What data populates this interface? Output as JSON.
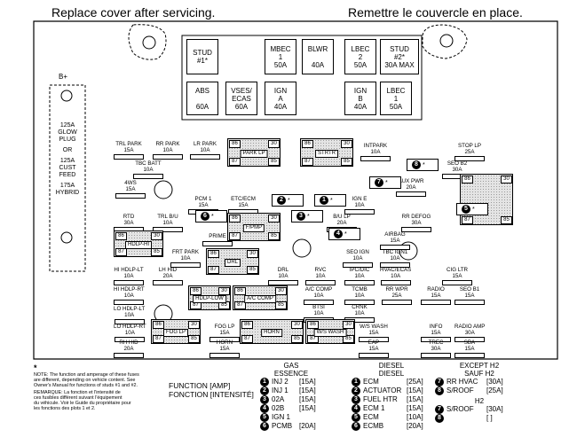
{
  "header": {
    "left": "Replace cover after servicing.",
    "right": "Remettre le couvercle en place."
  },
  "top_blocks": [
    {
      "id": "stud1",
      "lines": [
        "STUD",
        "#1*"
      ]
    },
    {
      "id": "mbec1",
      "lines": [
        "MBEC",
        "1",
        "50A"
      ]
    },
    {
      "id": "blwr",
      "lines": [
        "BLWR",
        "",
        "40A"
      ]
    },
    {
      "id": "lbec2",
      "lines": [
        "LBEC",
        "2",
        "50A"
      ]
    },
    {
      "id": "stud2",
      "lines": [
        "STUD",
        "#2*",
        "30A MAX"
      ]
    },
    {
      "id": "abs",
      "lines": [
        "ABS",
        "",
        "60A"
      ]
    },
    {
      "id": "vses",
      "lines": [
        "VSES/",
        "ECAS",
        "60A"
      ]
    },
    {
      "id": "igna",
      "lines": [
        "IGN",
        "A",
        "40A"
      ]
    },
    {
      "id": "ignb",
      "lines": [
        "IGN",
        "B",
        "40A"
      ]
    },
    {
      "id": "lbec1",
      "lines": [
        "LBEC",
        "1",
        "50A"
      ]
    }
  ],
  "b_plus": "B+",
  "side_block": [
    "125A",
    "GLOW",
    "PLUG",
    "",
    "OR",
    "",
    "125A",
    "CUST",
    "FEED",
    "",
    "175A",
    "HYBRID"
  ],
  "fuses": [
    {
      "id": "f1",
      "lines": [
        "TRL PARK",
        "15A"
      ]
    },
    {
      "id": "f2",
      "lines": [
        "RR PARK",
        "10A"
      ]
    },
    {
      "id": "f3",
      "lines": [
        "LR PARK",
        "10A"
      ]
    },
    {
      "id": "f4",
      "lines": [
        "TBC BATT",
        "10A"
      ]
    },
    {
      "id": "f5",
      "lines": [
        "4WS",
        "15A"
      ]
    },
    {
      "id": "f6",
      "lines": [
        "PCM 1",
        "15A"
      ]
    },
    {
      "id": "f7",
      "lines": [
        "ETC/ECM",
        "15A"
      ]
    },
    {
      "id": "f8",
      "lines": [
        "RTD",
        "30A"
      ]
    },
    {
      "id": "f9",
      "lines": [
        "TRL B/U",
        "10A"
      ]
    },
    {
      "id": "f10",
      "lines": [
        "PRIME"
      ]
    },
    {
      "id": "f11",
      "lines": [
        "FRT PARK",
        "10A"
      ]
    },
    {
      "id": "f12",
      "lines": [
        "HI HDLP-LT",
        "10A"
      ]
    },
    {
      "id": "f13",
      "lines": [
        "LH HID",
        "20A"
      ]
    },
    {
      "id": "f14",
      "lines": [
        "HI HDLP-RT",
        "10A"
      ]
    },
    {
      "id": "f15",
      "lines": [
        "LO HDLP-LT",
        "10A"
      ]
    },
    {
      "id": "f16",
      "lines": [
        "LO HDLP-RT",
        "10A"
      ]
    },
    {
      "id": "f17",
      "lines": [
        "FOG LP",
        "15A"
      ]
    },
    {
      "id": "f18",
      "lines": [
        "RH HID",
        "20A"
      ]
    },
    {
      "id": "f19",
      "lines": [
        "HORN",
        "15A"
      ]
    },
    {
      "id": "f20",
      "lines": [
        "INTPARK",
        "10A"
      ]
    },
    {
      "id": "f21",
      "lines": [
        "IGN E",
        "10A"
      ]
    },
    {
      "id": "f22",
      "lines": [
        "B/U LP",
        "20A"
      ]
    },
    {
      "id": "f23",
      "lines": [
        "DRL",
        "10A"
      ]
    },
    {
      "id": "f24",
      "lines": [
        "RVC",
        "10A"
      ]
    },
    {
      "id": "f25",
      "lines": [
        "IPC/DIC",
        "10A"
      ]
    },
    {
      "id": "f26",
      "lines": [
        "A/C COMP",
        "10A"
      ]
    },
    {
      "id": "f27",
      "lines": [
        "TCMB",
        "10A"
      ]
    },
    {
      "id": "f28",
      "lines": [
        "BTSI",
        "10A"
      ]
    },
    {
      "id": "f29",
      "lines": [
        "CRNK",
        "10A"
      ]
    },
    {
      "id": "f30",
      "lines": [
        "W/S WASH",
        "15A"
      ]
    },
    {
      "id": "f31",
      "lines": [
        "EAP",
        "15A"
      ]
    },
    {
      "id": "f32",
      "lines": [
        "STOP LP",
        "25A"
      ]
    },
    {
      "id": "f33",
      "lines": [
        "SEO B2",
        "30A"
      ]
    },
    {
      "id": "f34",
      "lines": [
        "AUX PWR",
        "20A"
      ]
    },
    {
      "id": "f35",
      "lines": [
        "RR DEFOG",
        "30A"
      ]
    },
    {
      "id": "f36",
      "lines": [
        "AIRBAG",
        "15A"
      ]
    },
    {
      "id": "f37",
      "lines": [
        "SEO IGN",
        "10A"
      ]
    },
    {
      "id": "f38",
      "lines": [
        "TBC IGN1",
        "10A"
      ]
    },
    {
      "id": "f39",
      "lines": [
        "HVAC/ECAS",
        "10A"
      ]
    },
    {
      "id": "f40",
      "lines": [
        "CIG LTR",
        "15A"
      ]
    },
    {
      "id": "f41",
      "lines": [
        "RR WPR",
        "25A"
      ]
    },
    {
      "id": "f42",
      "lines": [
        "RADIO",
        "15A"
      ]
    },
    {
      "id": "f43",
      "lines": [
        "SEO B1",
        "15A"
      ]
    },
    {
      "id": "f44",
      "lines": [
        "INFO",
        "15A"
      ]
    },
    {
      "id": "f45",
      "lines": [
        "RADIO AMP",
        "30A"
      ]
    },
    {
      "id": "f46",
      "lines": [
        "TREC",
        "30A"
      ]
    },
    {
      "id": "f47",
      "lines": [
        "SBA",
        "15A"
      ]
    }
  ],
  "relays": [
    {
      "id": "r1",
      "name": "PARK LP",
      "pins": [
        "86",
        "30",
        "87",
        "85"
      ]
    },
    {
      "id": "r2",
      "name": "STRTR",
      "pins": [
        "86",
        "30",
        "87",
        "85"
      ]
    },
    {
      "id": "r3",
      "name": "F/PMP",
      "pins": [
        "86",
        "30",
        "87",
        "85"
      ]
    },
    {
      "id": "r4",
      "name": "HDLP-HI",
      "pins": [
        "86",
        "30",
        "87",
        "85"
      ]
    },
    {
      "id": "r5",
      "name": "DRL",
      "pins": [
        "86",
        "30",
        "87",
        "85"
      ]
    },
    {
      "id": "r6",
      "name": "HDLP-LOW",
      "pins": [
        "86",
        "30",
        "87",
        "85"
      ]
    },
    {
      "id": "r7",
      "name": "A/C COMP",
      "pins": [
        "86",
        "30",
        "87",
        "85"
      ]
    },
    {
      "id": "r8",
      "name": "FOG LP",
      "pins": [
        "86",
        "30",
        "87",
        "85"
      ]
    },
    {
      "id": "r9",
      "name": "HORN",
      "pins": [
        "86",
        "30",
        "87",
        "85"
      ]
    },
    {
      "id": "r10",
      "name": "W/S WASH",
      "pins": [
        "86",
        "30",
        "87",
        "85"
      ]
    },
    {
      "id": "r11",
      "name": "",
      "pins": [
        "86",
        "30",
        "87",
        "85"
      ]
    }
  ],
  "markers": [
    {
      "id": "m1",
      "n": "1",
      "star": "*"
    },
    {
      "id": "m2",
      "n": "2",
      "star": "*"
    },
    {
      "id": "m3",
      "n": "3",
      "star": "*"
    },
    {
      "id": "m4",
      "n": "4",
      "star": "*"
    },
    {
      "id": "m5",
      "n": "5",
      "star": "*"
    },
    {
      "id": "m6",
      "n": "6",
      "star": "*"
    },
    {
      "id": "m7",
      "n": "7",
      "star": "*"
    },
    {
      "id": "m8",
      "n": "8",
      "star": "*"
    }
  ],
  "note": {
    "star": "*",
    "en": [
      "NOTE: The function and amperage of these fuses",
      "are different, depending on vehicle content. See",
      "Owner's Manual for functions of studs #1 and #2."
    ],
    "fr": [
      "REMARQUE: La fonction et l'intensité de",
      "ces fusibles diffèrent suivant l'équipement",
      "du véhicule. Voir le Guide du propriétaire pour",
      "les fonctions des plots 1 et 2."
    ]
  },
  "legend": {
    "function_en": "FUNCTION [AMP]",
    "function_fr": "FONCTION [INTENSITÉ]",
    "gas_title": [
      "GAS",
      "ESSENCE"
    ],
    "gas": [
      {
        "n": "1",
        "text": "INJ 2",
        "amp": "[15A]"
      },
      {
        "n": "2",
        "text": "INJ 1",
        "amp": "[15A]"
      },
      {
        "n": "3",
        "text": "02A",
        "amp": "[15A]"
      },
      {
        "n": "4",
        "text": "02B",
        "amp": "[15A]"
      },
      {
        "n": "5",
        "text": "IGN 1",
        "amp": ""
      },
      {
        "n": "6",
        "text": "PCMB",
        "amp": "[20A]"
      }
    ],
    "diesel_title": [
      "DIESEL",
      "DIESEL"
    ],
    "diesel": [
      {
        "n": "1",
        "text": "ECM",
        "amp": "[25A]"
      },
      {
        "n": "2",
        "text": "ACTUATOR",
        "amp": "[15A]"
      },
      {
        "n": "3",
        "text": "FUEL HTR",
        "amp": "[15A]"
      },
      {
        "n": "4",
        "text": "ECM 1",
        "amp": "[15A]"
      },
      {
        "n": "5",
        "text": "ECM",
        "amp": "[10A]"
      },
      {
        "n": "6",
        "text": "ECMB",
        "amp": "[20A]"
      }
    ],
    "h2_except_title": [
      "EXCEPT H2",
      "SAUF H2"
    ],
    "h2_except": [
      {
        "n": "7",
        "text": "RR HVAC",
        "amp": "[30A]"
      },
      {
        "n": "8",
        "text": "S/ROOF",
        "amp": "[25A]"
      }
    ],
    "h2_title": "H2",
    "h2": [
      {
        "n": "7",
        "text": "S/ROOF",
        "amp": "[30A]"
      },
      {
        "n": "8",
        "text": "",
        "amp": "[    ]"
      }
    ]
  }
}
